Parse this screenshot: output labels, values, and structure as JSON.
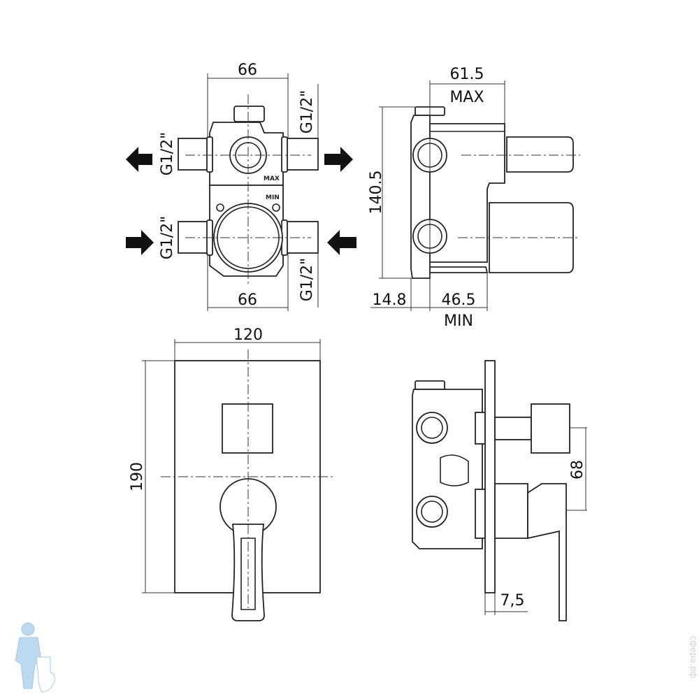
{
  "drawing": {
    "front_box": {
      "width_top": "66",
      "width_bottom": "66",
      "port_top_left": "G1/2\"",
      "port_top_right": "G1/2\"",
      "port_bottom_left": "G1/2\"",
      "port_bottom_right": "G1/2\"",
      "label_max": "MAX",
      "label_min": "MIN"
    },
    "side_box": {
      "depth_max": "61.5",
      "depth_max_label": "MAX",
      "height": "140.5",
      "offset": "14.8",
      "depth_min": "46.5",
      "depth_min_label": "MIN"
    },
    "front_plate": {
      "width": "120",
      "height": "190"
    },
    "side_assembly": {
      "handle_spacing": "68",
      "plate_thickness": "7,5"
    }
  },
  "watermark": {
    "text": "сфера.рф"
  },
  "colors": {
    "line": "#222222",
    "logo": "#bcd9ef"
  }
}
